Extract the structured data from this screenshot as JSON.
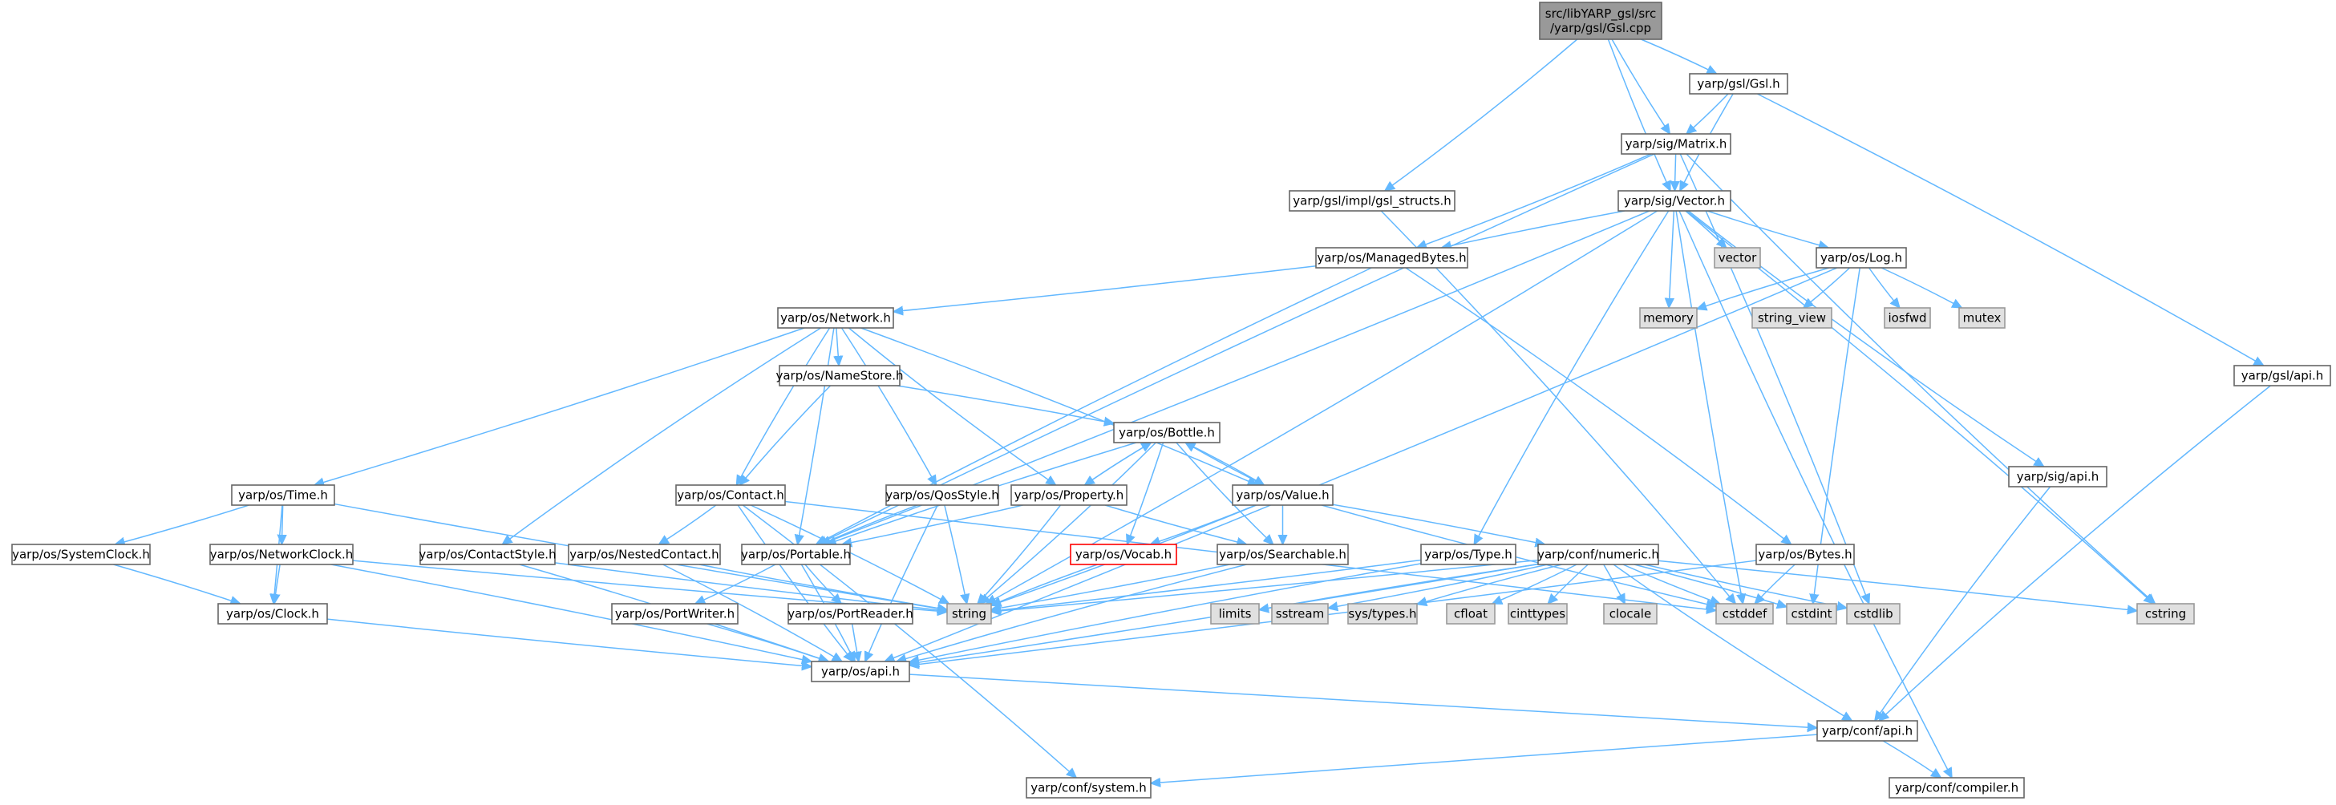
{
  "graph": {
    "colors": {
      "edge": "#63b8ff",
      "node_border": "#666666",
      "node_fill": "#ffffff",
      "root_fill": "#999999",
      "root_border": "#666666",
      "system_fill": "#e0e0e0",
      "system_border": "#999999",
      "missing_border": "#ff0000",
      "text": "#000000"
    },
    "nodes": [
      {
        "id": "gsl_cpp",
        "lines": [
          "src/libYARP_gsl/src",
          "/yarp/gsl/Gsl.cpp"
        ],
        "kind": "root"
      },
      {
        "id": "gsl_h",
        "lines": [
          "yarp/gsl/Gsl.h"
        ],
        "kind": "normal"
      },
      {
        "id": "matrix_h",
        "lines": [
          "yarp/sig/Matrix.h"
        ],
        "kind": "normal"
      },
      {
        "id": "gsl_structs",
        "lines": [
          "yarp/gsl/impl/gsl_structs.h"
        ],
        "kind": "normal"
      },
      {
        "id": "vector_h",
        "lines": [
          "yarp/sig/Vector.h"
        ],
        "kind": "normal"
      },
      {
        "id": "gsl_api",
        "lines": [
          "yarp/gsl/api.h"
        ],
        "kind": "normal"
      },
      {
        "id": "managedbytes",
        "lines": [
          "yarp/os/ManagedBytes.h"
        ],
        "kind": "normal"
      },
      {
        "id": "vector_std",
        "lines": [
          "vector"
        ],
        "kind": "system"
      },
      {
        "id": "log_h",
        "lines": [
          "yarp/os/Log.h"
        ],
        "kind": "normal"
      },
      {
        "id": "memory",
        "lines": [
          "memory"
        ],
        "kind": "system"
      },
      {
        "id": "string_view",
        "lines": [
          "string_view"
        ],
        "kind": "system"
      },
      {
        "id": "iosfwd",
        "lines": [
          "iosfwd"
        ],
        "kind": "system"
      },
      {
        "id": "mutex",
        "lines": [
          "mutex"
        ],
        "kind": "system"
      },
      {
        "id": "network_h",
        "lines": [
          "yarp/os/Network.h"
        ],
        "kind": "normal"
      },
      {
        "id": "namestore",
        "lines": [
          "yarp/os/NameStore.h"
        ],
        "kind": "normal"
      },
      {
        "id": "bottle_h",
        "lines": [
          "yarp/os/Bottle.h"
        ],
        "kind": "normal"
      },
      {
        "id": "sig_api",
        "lines": [
          "yarp/sig/api.h"
        ],
        "kind": "normal"
      },
      {
        "id": "time_h",
        "lines": [
          "yarp/os/Time.h"
        ],
        "kind": "normal"
      },
      {
        "id": "contact_h",
        "lines": [
          "yarp/os/Contact.h"
        ],
        "kind": "normal"
      },
      {
        "id": "qosstyle",
        "lines": [
          "yarp/os/QosStyle.h"
        ],
        "kind": "normal"
      },
      {
        "id": "property_h",
        "lines": [
          "yarp/os/Property.h"
        ],
        "kind": "normal"
      },
      {
        "id": "value_h",
        "lines": [
          "yarp/os/Value.h"
        ],
        "kind": "normal"
      },
      {
        "id": "systemclock",
        "lines": [
          "yarp/os/SystemClock.h"
        ],
        "kind": "normal"
      },
      {
        "id": "networkclock",
        "lines": [
          "yarp/os/NetworkClock.h"
        ],
        "kind": "normal"
      },
      {
        "id": "contactstyle",
        "lines": [
          "yarp/os/ContactStyle.h"
        ],
        "kind": "normal"
      },
      {
        "id": "nestedcontact",
        "lines": [
          "yarp/os/NestedContact.h"
        ],
        "kind": "normal"
      },
      {
        "id": "portable_h",
        "lines": [
          "yarp/os/Portable.h"
        ],
        "kind": "normal"
      },
      {
        "id": "vocab_h",
        "lines": [
          "yarp/os/Vocab.h"
        ],
        "kind": "missing"
      },
      {
        "id": "searchable_h",
        "lines": [
          "yarp/os/Searchable.h"
        ],
        "kind": "normal"
      },
      {
        "id": "type_h",
        "lines": [
          "yarp/os/Type.h"
        ],
        "kind": "normal"
      },
      {
        "id": "numeric_h",
        "lines": [
          "yarp/conf/numeric.h"
        ],
        "kind": "normal"
      },
      {
        "id": "bytes_h",
        "lines": [
          "yarp/os/Bytes.h"
        ],
        "kind": "normal"
      },
      {
        "id": "clock_h",
        "lines": [
          "yarp/os/Clock.h"
        ],
        "kind": "normal"
      },
      {
        "id": "portwriter",
        "lines": [
          "yarp/os/PortWriter.h"
        ],
        "kind": "normal"
      },
      {
        "id": "portreader",
        "lines": [
          "yarp/os/PortReader.h"
        ],
        "kind": "normal"
      },
      {
        "id": "string",
        "lines": [
          "string"
        ],
        "kind": "system"
      },
      {
        "id": "limits",
        "lines": [
          "limits"
        ],
        "kind": "system"
      },
      {
        "id": "sstream",
        "lines": [
          "sstream"
        ],
        "kind": "system"
      },
      {
        "id": "systypes",
        "lines": [
          "sys/types.h"
        ],
        "kind": "system"
      },
      {
        "id": "cfloat",
        "lines": [
          "cfloat"
        ],
        "kind": "system"
      },
      {
        "id": "cinttypes",
        "lines": [
          "cinttypes"
        ],
        "kind": "system"
      },
      {
        "id": "clocale",
        "lines": [
          "clocale"
        ],
        "kind": "system"
      },
      {
        "id": "cstddef",
        "lines": [
          "cstddef"
        ],
        "kind": "system"
      },
      {
        "id": "cstdint",
        "lines": [
          "cstdint"
        ],
        "kind": "system"
      },
      {
        "id": "cstdlib",
        "lines": [
          "cstdlib"
        ],
        "kind": "system"
      },
      {
        "id": "cstring",
        "lines": [
          "cstring"
        ],
        "kind": "system"
      },
      {
        "id": "os_api",
        "lines": [
          "yarp/os/api.h"
        ],
        "kind": "normal"
      },
      {
        "id": "conf_api",
        "lines": [
          "yarp/conf/api.h"
        ],
        "kind": "normal"
      },
      {
        "id": "conf_system",
        "lines": [
          "yarp/conf/system.h"
        ],
        "kind": "normal"
      },
      {
        "id": "conf_compiler",
        "lines": [
          "yarp/conf/compiler.h"
        ],
        "kind": "normal"
      }
    ],
    "edges": [
      [
        "gsl_cpp",
        "gsl_h"
      ],
      [
        "gsl_cpp",
        "matrix_h"
      ],
      [
        "gsl_cpp",
        "gsl_structs"
      ],
      [
        "gsl_cpp",
        "vector_h"
      ],
      [
        "gsl_h",
        "matrix_h"
      ],
      [
        "gsl_h",
        "vector_h"
      ],
      [
        "gsl_h",
        "gsl_api"
      ],
      [
        "matrix_h",
        "vector_h"
      ],
      [
        "matrix_h",
        "managedbytes"
      ],
      [
        "matrix_h",
        "portable_h"
      ],
      [
        "matrix_h",
        "cstdlib"
      ],
      [
        "matrix_h",
        "cstring"
      ],
      [
        "gsl_structs",
        "cstddef"
      ],
      [
        "vector_h",
        "managedbytes"
      ],
      [
        "vector_h",
        "vector_std"
      ],
      [
        "vector_h",
        "log_h"
      ],
      [
        "vector_h",
        "memory"
      ],
      [
        "vector_h",
        "sig_api"
      ],
      [
        "vector_h",
        "portable_h"
      ],
      [
        "vector_h",
        "type_h"
      ],
      [
        "vector_h",
        "string"
      ],
      [
        "vector_h",
        "cstddef"
      ],
      [
        "vector_h",
        "cstring"
      ],
      [
        "gsl_api",
        "conf_api"
      ],
      [
        "managedbytes",
        "network_h"
      ],
      [
        "managedbytes",
        "portable_h"
      ],
      [
        "managedbytes",
        "bytes_h"
      ],
      [
        "log_h",
        "memory"
      ],
      [
        "log_h",
        "string_view"
      ],
      [
        "log_h",
        "iosfwd"
      ],
      [
        "log_h",
        "mutex"
      ],
      [
        "log_h",
        "cstdint"
      ],
      [
        "log_h",
        "os_api"
      ],
      [
        "network_h",
        "namestore"
      ],
      [
        "network_h",
        "time_h"
      ],
      [
        "network_h",
        "contact_h"
      ],
      [
        "network_h",
        "qosstyle"
      ],
      [
        "network_h",
        "property_h"
      ],
      [
        "network_h",
        "value_h"
      ],
      [
        "network_h",
        "contactstyle"
      ],
      [
        "network_h",
        "portable_h"
      ],
      [
        "namestore",
        "contact_h"
      ],
      [
        "namestore",
        "bottle_h"
      ],
      [
        "bottle_h",
        "property_h"
      ],
      [
        "bottle_h",
        "value_h"
      ],
      [
        "bottle_h",
        "portable_h"
      ],
      [
        "bottle_h",
        "vocab_h"
      ],
      [
        "bottle_h",
        "searchable_h"
      ],
      [
        "bottle_h",
        "string"
      ],
      [
        "property_h",
        "bottle_h"
      ],
      [
        "property_h",
        "portable_h"
      ],
      [
        "property_h",
        "searchable_h"
      ],
      [
        "property_h",
        "string"
      ],
      [
        "value_h",
        "bottle_h"
      ],
      [
        "value_h",
        "vocab_h"
      ],
      [
        "value_h",
        "searchable_h"
      ],
      [
        "value_h",
        "numeric_h"
      ],
      [
        "value_h",
        "cstddef"
      ],
      [
        "value_h",
        "string"
      ],
      [
        "sig_api",
        "conf_api"
      ],
      [
        "time_h",
        "systemclock"
      ],
      [
        "time_h",
        "networkclock"
      ],
      [
        "time_h",
        "clock_h"
      ],
      [
        "time_h",
        "string"
      ],
      [
        "contact_h",
        "nestedcontact"
      ],
      [
        "contact_h",
        "os_api"
      ],
      [
        "contact_h",
        "string"
      ],
      [
        "contact_h",
        "cstddef"
      ],
      [
        "contact_h",
        "conf_system"
      ],
      [
        "qosstyle",
        "portable_h"
      ],
      [
        "qosstyle",
        "string"
      ],
      [
        "qosstyle",
        "os_api"
      ],
      [
        "systemclock",
        "clock_h"
      ],
      [
        "networkclock",
        "clock_h"
      ],
      [
        "networkclock",
        "os_api"
      ],
      [
        "networkclock",
        "string"
      ],
      [
        "contactstyle",
        "os_api"
      ],
      [
        "contactstyle",
        "string"
      ],
      [
        "nestedcontact",
        "os_api"
      ],
      [
        "nestedcontact",
        "string"
      ],
      [
        "portable_h",
        "portwriter"
      ],
      [
        "portable_h",
        "portreader"
      ],
      [
        "portable_h",
        "os_api"
      ],
      [
        "vocab_h",
        "string"
      ],
      [
        "searchable_h",
        "string"
      ],
      [
        "searchable_h",
        "os_api"
      ],
      [
        "type_h",
        "string"
      ],
      [
        "type_h",
        "os_api"
      ],
      [
        "numeric_h",
        "string"
      ],
      [
        "numeric_h",
        "limits"
      ],
      [
        "numeric_h",
        "sstream"
      ],
      [
        "numeric_h",
        "systypes"
      ],
      [
        "numeric_h",
        "cfloat"
      ],
      [
        "numeric_h",
        "cinttypes"
      ],
      [
        "numeric_h",
        "clocale"
      ],
      [
        "numeric_h",
        "cstddef"
      ],
      [
        "numeric_h",
        "cstdint"
      ],
      [
        "numeric_h",
        "cstdlib"
      ],
      [
        "numeric_h",
        "cstring"
      ],
      [
        "numeric_h",
        "conf_api"
      ],
      [
        "numeric_h",
        "os_api"
      ],
      [
        "bytes_h",
        "cstddef"
      ],
      [
        "bytes_h",
        "os_api"
      ],
      [
        "clock_h",
        "os_api"
      ],
      [
        "portwriter",
        "os_api"
      ],
      [
        "portreader",
        "os_api"
      ],
      [
        "os_api",
        "conf_api"
      ],
      [
        "conf_api",
        "conf_system"
      ],
      [
        "conf_api",
        "conf_compiler"
      ],
      [
        "vector_h",
        "conf_compiler"
      ]
    ]
  }
}
